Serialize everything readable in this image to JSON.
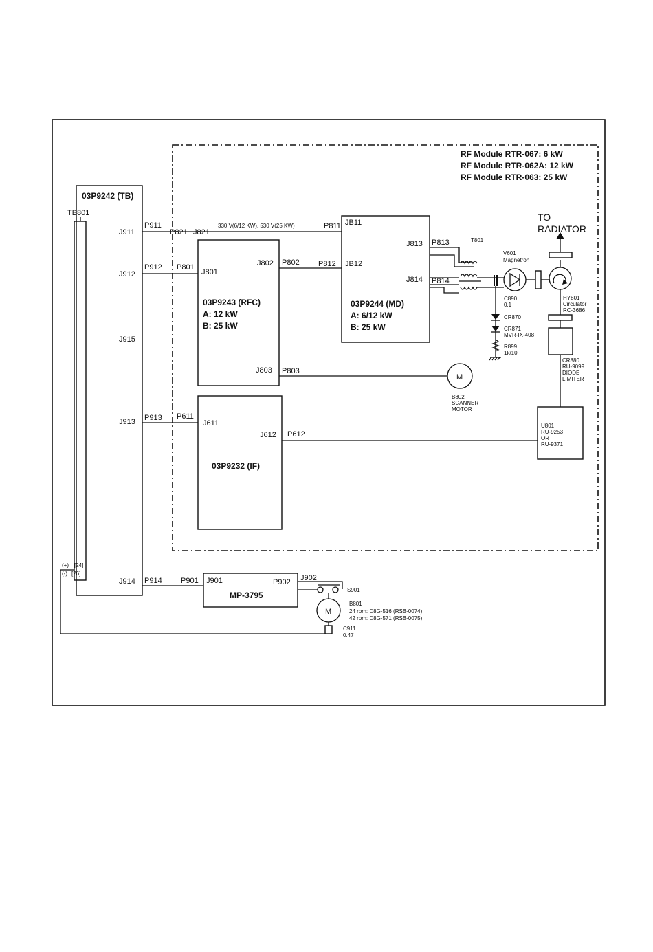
{
  "rf_module": {
    "line1": "RF Module RTR-067: 6 kW",
    "line2": "RF Module RTR-062A: 12 kW",
    "line3": "RF Module RTR-063: 25 kW"
  },
  "tb": {
    "title": "03P9242 (TB)",
    "tb801": "TB801",
    "j911": "J911",
    "j912": "J912",
    "j915": "J915",
    "j913": "J913",
    "j914": "J914",
    "plus": "(+)",
    "plus_pin": "[24]",
    "minus": "(-)",
    "minus_pin": "[26]"
  },
  "rfc": {
    "title": "03P9243 (RFC)",
    "a": "A: 12 kW",
    "b": "B: 25 kW",
    "j801": "J801",
    "j802": "J802",
    "j803": "J803"
  },
  "md": {
    "title": "03P9244 (MD)",
    "a": "A: 6/12 kW",
    "b": "B: 25 kW",
    "jb11": "JB11",
    "jb12": "JB12",
    "j813": "J813",
    "j814": "J814"
  },
  "if_board": {
    "title": "03P9232 (IF)",
    "j611": "J611",
    "j612": "J612"
  },
  "mp": {
    "title": "MP-3795",
    "j901": "J901",
    "p902": "P902",
    "j902": "J902"
  },
  "wires": {
    "p911": "P911",
    "p821": "P821",
    "j821": "J821",
    "hv": "330 V(6/12 KW), 530 V(25 KW)",
    "p811": "P811",
    "p912": "P912",
    "p801": "P801",
    "p802": "P802",
    "p812": "P812",
    "p813": "P813",
    "p814": "P814",
    "p803": "P803",
    "p913": "P913",
    "p611": "P611",
    "p612": "P612",
    "p914": "P914",
    "p901": "P901"
  },
  "parts": {
    "t801": "T801",
    "v601": "V601",
    "magnetron": "Magnetron",
    "to": "TO",
    "radiator": "RADIATOR",
    "c890": "C890",
    "c890v": "0.1",
    "cr870": "CR870",
    "cr871": "CR871",
    "cr871v": "MVR-IX-408",
    "r899": "R899",
    "r899v": "1k/10",
    "hy801": "HY801",
    "circulator": "Circulator",
    "rc": "RC-3686",
    "cr880": "CR880",
    "ru9099": "RU-9099",
    "diode": "DIODE",
    "limiter": "LIMITER",
    "u801": "U801",
    "ru9253": "RU-9253",
    "or": "OR",
    "ru9371": "RU-9371",
    "m": "M",
    "b802": "B802",
    "scanner": "SCANNER",
    "motor": "MOTOR",
    "s901": "S901",
    "b801": "B801",
    "rpm24": "24 rpm: D8G-516 (RSB-0074)",
    "rpm42": "42 rpm: D8G-571 (RSB-0075)",
    "c911": "C911",
    "c911v": "0.47"
  }
}
